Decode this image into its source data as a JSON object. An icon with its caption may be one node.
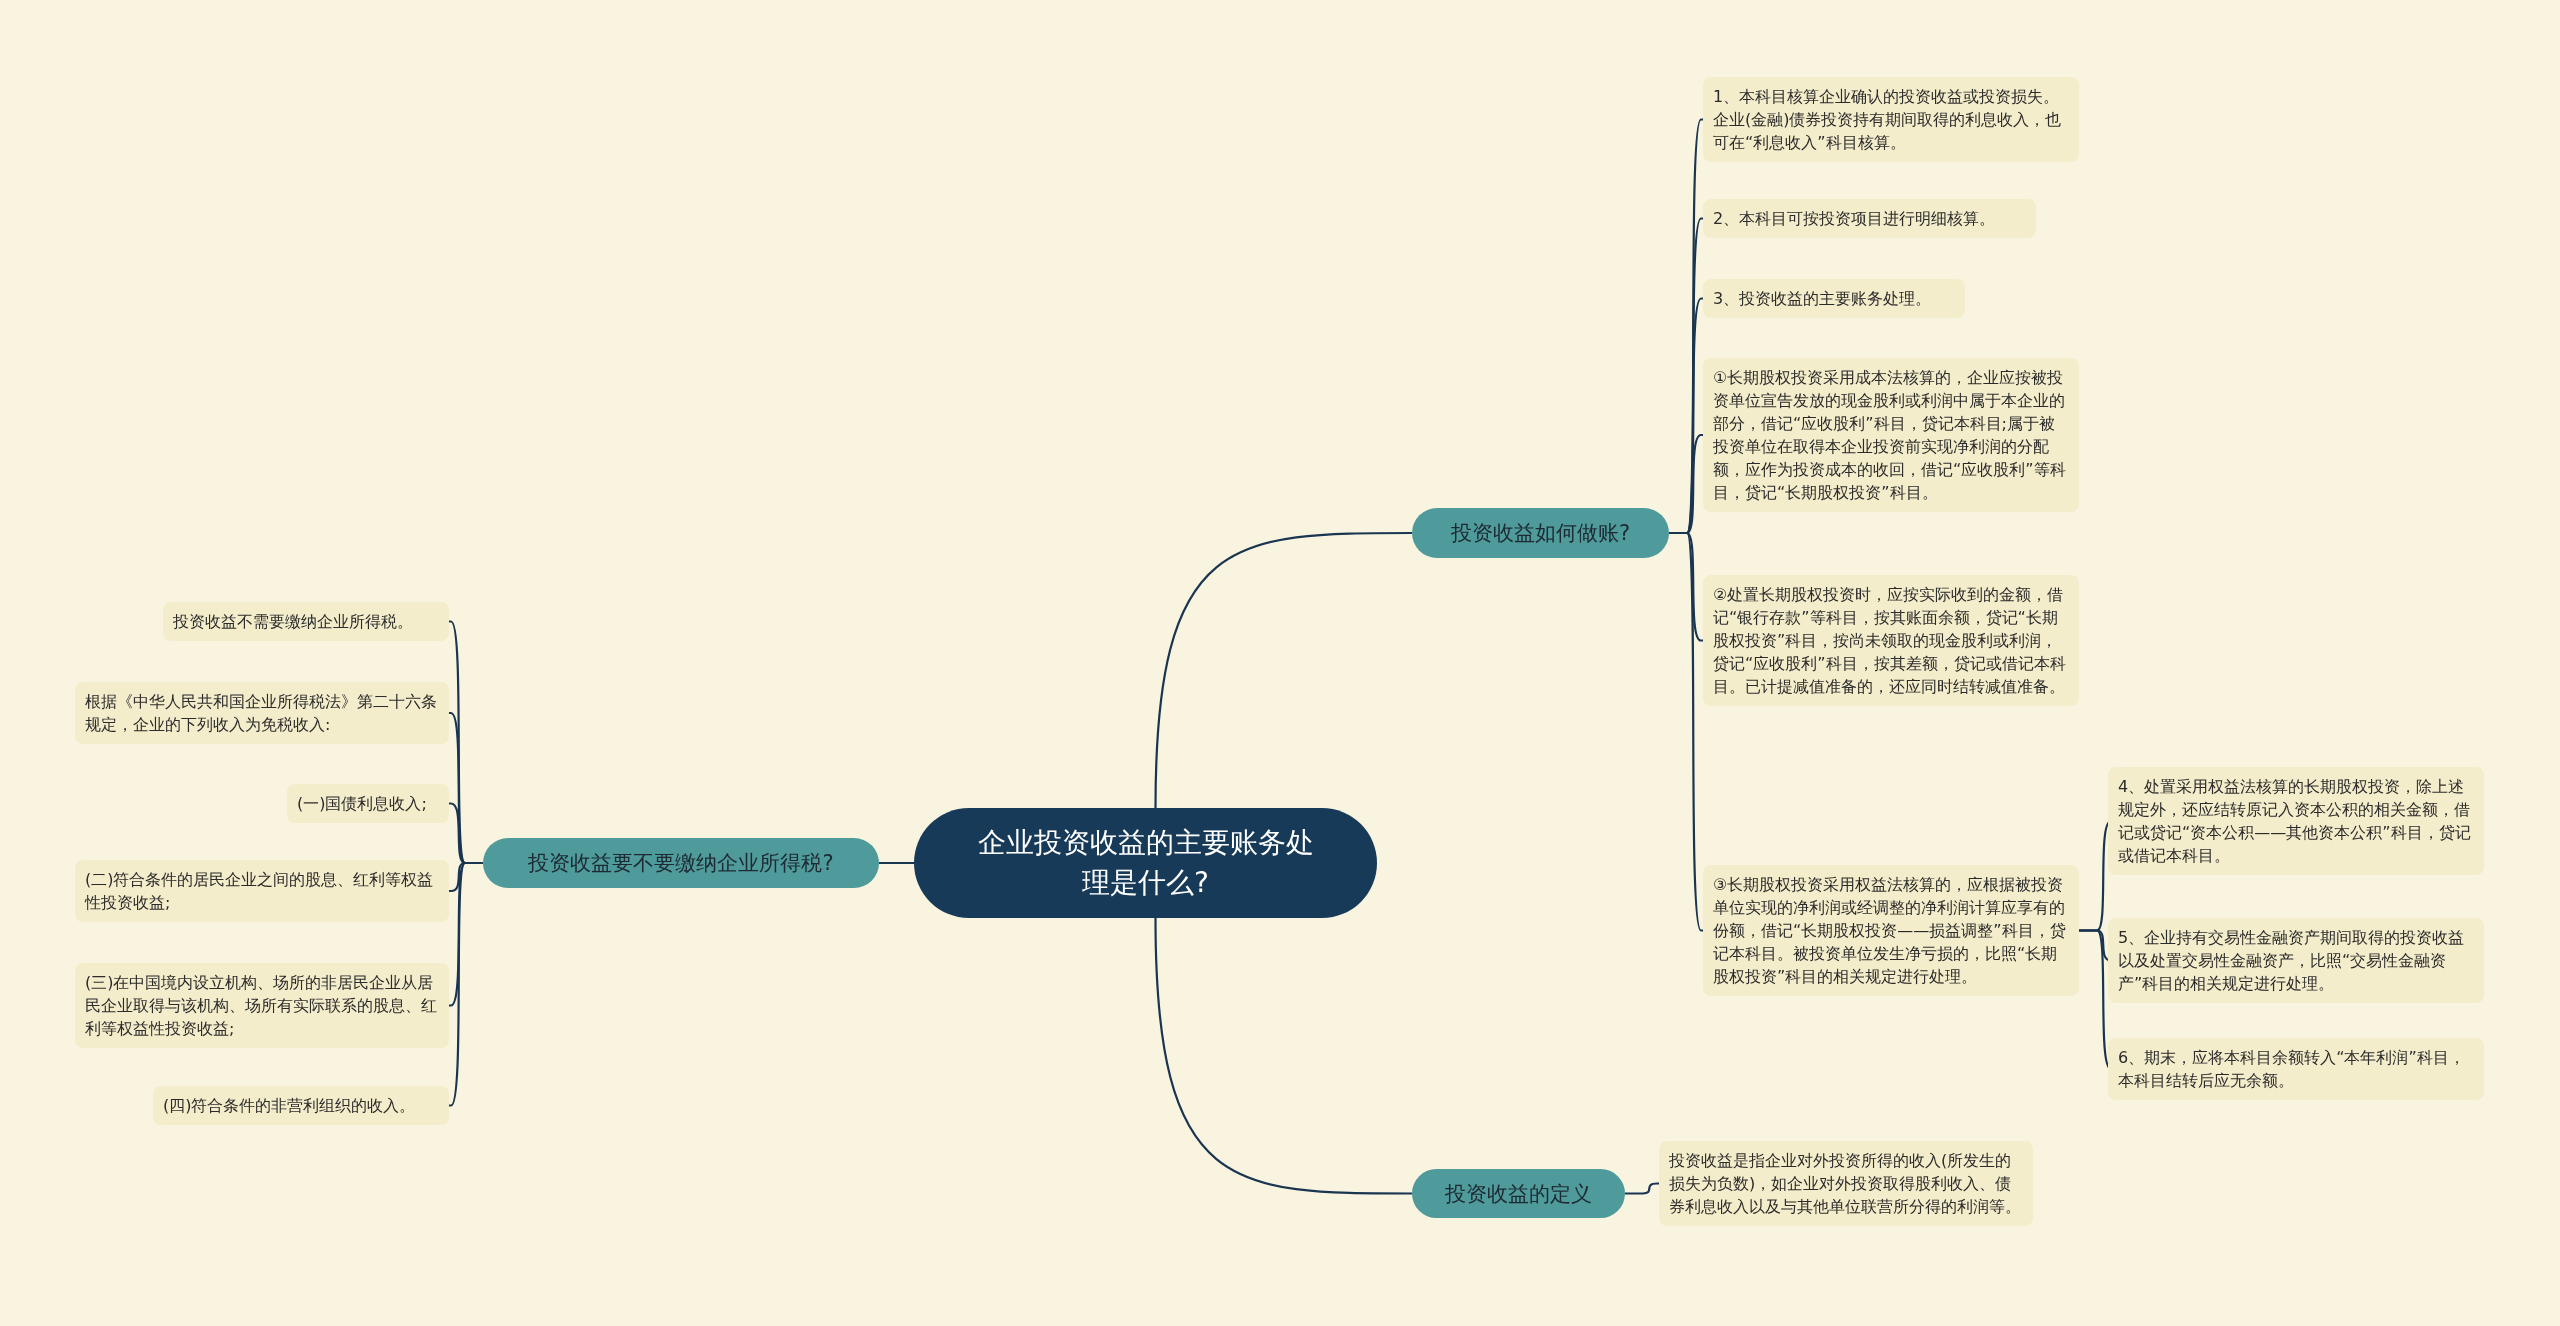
{
  "diagram": {
    "nodes": [
      {
        "text": [
          "企业投资收益的主要账务处理是什么?"
        ]
      },
      {
        "text": [
          "投资收益如何做账?"
        ]
      },
      {
        "text": [
          "1、本科目核算企业确认的投资收益或投资损失。企业(金融)债券投资持有期间取得的利息收入，也可在“利息收入”科目核算。"
        ]
      },
      {
        "text": [
          "2、本科目可按投资项目进行明细核算。"
        ]
      },
      {
        "text": [
          "3、投资收益的主要账务处理。"
        ]
      },
      {
        "text": [
          "①长期股权投资采用成本法核算的，企业应按被投资单位宣告发放的现金股利或利润中属于本企业的部分，借记“应收股利”科目，贷记本科目;属于被投资单位在取得本企业投资前实现净利润的分配额，应作为投资成本的收回，借记“应收股利”等科目，贷记“长期股权投资”科目。"
        ]
      },
      {
        "text": [
          "②处置长期股权投资时，应按实际收到的金额，借记“银行存款”等科目，按其账面余额，贷记“长期股权投资”科目，按尚未领取的现金股利或利润，贷记“应收股利”科目，按其差额，贷记或借记本科目。已计提减值准备的，还应同时结转减值准备。"
        ]
      },
      {
        "text": [
          "③长期股权投资采用权益法核算的，应根据被投资单位实现的净利润或经调整的净利润计算应享有的份额，借记“长期股权投资——损益调整”科目，贷记本科目。被投资单位发生净亏损的，比照“长期股权投资”科目的相关规定进行处理。"
        ]
      },
      {
        "text": [
          "4、处置采用权益法核算的长期股权投资，除上述规定外，还应结转原记入资本公积的相关金额，借记或贷记“资本公积——其他资本公积”科目，贷记或借记本科目。"
        ]
      },
      {
        "text": [
          "5、企业持有交易性金融资产期间取得的投资收益以及处置交易性金融资产，比照“交易性金融资产”科目的相关规定进行处理。"
        ]
      },
      {
        "text": [
          "6、期末，应将本科目余额转入“本年利润”科目，本科目结转后应无余额。"
        ]
      },
      {
        "text": [
          "投资收益的定义"
        ]
      },
      {
        "text": [
          "投资收益是指企业对外投资所得的收入(所发生的损失为负数)，如企业对外投资取得股利收入、债券利息收入以及与其他单位联营所分得的利润等。"
        ]
      },
      {
        "text": [
          "投资收益要不要缴纳企业所得税?"
        ]
      },
      {
        "text": [
          "投资收益不需要缴纳企业所得税。"
        ]
      },
      {
        "text": [
          "根据《中华人民共和国企业所得税法》第二十六条规定，企业的下列收入为免税收入:"
        ]
      },
      {
        "text": [
          "(一)国债利息收入;"
        ]
      },
      {
        "text": [
          "(二)符合条件的居民企业之间的股息、红利等权益性投资收益;"
        ]
      },
      {
        "text": [
          "(三)在中国境内设立机构、场所的非居民企业从居民企业取得与该机构、场所有实际联系的股息、红利等权益性投资收益;"
        ]
      },
      {
        "text": [
          "(四)符合条件的非营利组织的收入。"
        ]
      }
    ],
    "edges": [
      {
        "from": 0,
        "to": 1,
        "arrow": "none"
      },
      {
        "from": 0,
        "to": 11,
        "arrow": "none"
      },
      {
        "from": 0,
        "to": 13,
        "arrow": "none"
      },
      {
        "from": 1,
        "to": 2,
        "arrow": "none"
      },
      {
        "from": 1,
        "to": 3,
        "arrow": "none"
      },
      {
        "from": 1,
        "to": 4,
        "arrow": "none"
      },
      {
        "from": 1,
        "to": 5,
        "arrow": "none"
      },
      {
        "from": 1,
        "to": 6,
        "arrow": "none"
      },
      {
        "from": 1,
        "to": 7,
        "arrow": "none"
      },
      {
        "from": 7,
        "to": 8,
        "arrow": "none"
      },
      {
        "from": 7,
        "to": 9,
        "arrow": "none"
      },
      {
        "from": 7,
        "to": 10,
        "arrow": "none"
      },
      {
        "from": 11,
        "to": 12,
        "arrow": "none"
      },
      {
        "from": 13,
        "to": 14,
        "arrow": "none"
      },
      {
        "from": 13,
        "to": 15,
        "arrow": "none"
      },
      {
        "from": 13,
        "to": 16,
        "arrow": "none"
      },
      {
        "from": 13,
        "to": 17,
        "arrow": "none"
      },
      {
        "from": 13,
        "to": 18,
        "arrow": "none"
      },
      {
        "from": 13,
        "to": 19,
        "arrow": "none"
      }
    ]
  }
}
